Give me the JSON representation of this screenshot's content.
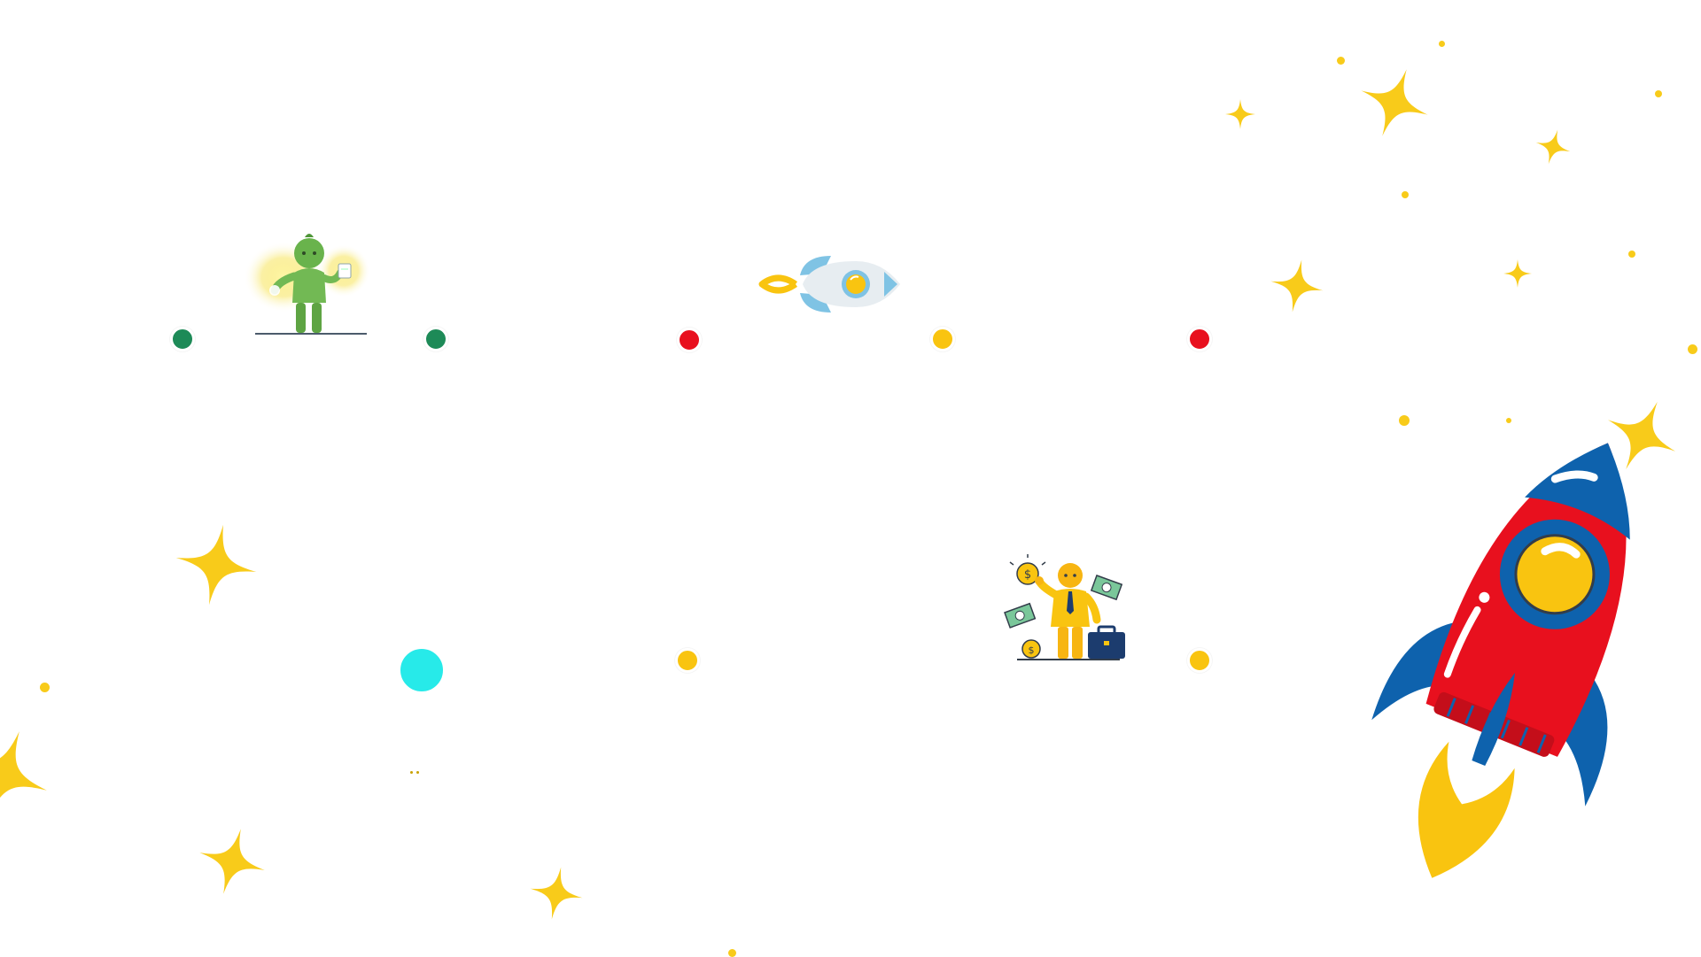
{
  "colors": {
    "green": "#1d8a57",
    "red": "#e8101e",
    "yellow": "#f9c410",
    "cyan": "#27eae9",
    "blue": "#0e62ad",
    "light_blue": "#7fc3e4",
    "star": "#f8cb1a"
  },
  "timeline": {
    "top_row": [
      {
        "id": "milestone-1",
        "color": "green"
      },
      {
        "id": "milestone-2",
        "color": "green"
      },
      {
        "id": "milestone-3",
        "color": "red"
      },
      {
        "id": "milestone-4",
        "color": "yellow"
      },
      {
        "id": "milestone-5",
        "color": "red"
      }
    ],
    "bottom_row": [
      {
        "id": "milestone-6",
        "color": "cyan"
      },
      {
        "id": "milestone-7",
        "color": "yellow"
      },
      {
        "id": "milestone-8",
        "color": "yellow"
      }
    ]
  },
  "illustrations": [
    {
      "name": "glowing-green-figure",
      "icon": "person-with-light-icon"
    },
    {
      "name": "small-rocket",
      "icon": "rocket-icon"
    },
    {
      "name": "businessman-with-money",
      "icon": "businessman-icon"
    },
    {
      "name": "large-red-rocket",
      "icon": "rocket-icon"
    }
  ],
  "decorations": {
    "icon": "sparkle-star-icon"
  }
}
